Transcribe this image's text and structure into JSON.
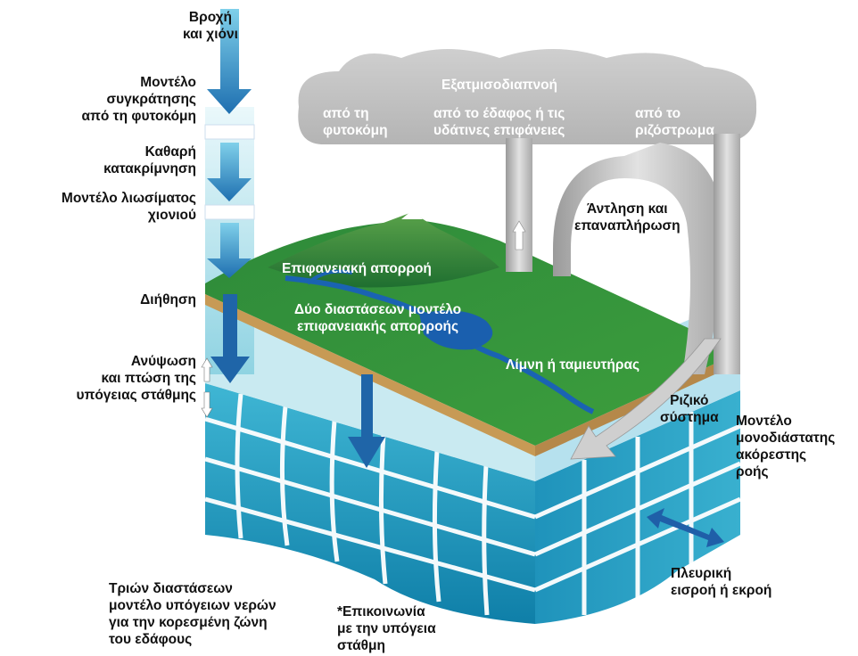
{
  "labels": {
    "rain_snow": [
      "Βροχή",
      "και χιόνι"
    ],
    "canopy_model": [
      "Μοντέλο",
      "συγκράτησης",
      "από τη φυτοκόμη"
    ],
    "net_precip": [
      "Καθαρή",
      "κατακρίμνηση"
    ],
    "snowmelt_model": [
      "Μοντέλο λιωσίματος",
      "χιονιού"
    ],
    "infiltration": [
      "Διήθηση"
    ],
    "water_table": [
      "Ανύψωση",
      "και πτώση της",
      "υπόγειας στάθμης"
    ],
    "evapotranspiration": [
      "Εξατμισοδιαπνοή"
    ],
    "from_canopy": [
      "από τη",
      "φυτοκόμη"
    ],
    "from_soil": [
      "από το έδαφος ή τις",
      "υδάτινες επιφάνειες"
    ],
    "from_root": [
      "από το",
      "ριζόστρωμα"
    ],
    "pumping": [
      "Άντληση και",
      "επαναπλήρωση"
    ],
    "overland_flow": [
      "Επιφανειακή απορροή"
    ],
    "overland_model": [
      "Δύο διαστάσεων μοντέλο",
      "επιφανειακής απορροής"
    ],
    "lake": [
      "Λίμνη ή ταμιευτήρας"
    ],
    "root_system": [
      "Ριζικό",
      "σύστημα"
    ],
    "unsat_model": [
      "Μοντέλο",
      "μονοδιάστατης",
      "ακόρεστης",
      "ροής"
    ],
    "lateral": [
      "Πλευρική",
      "εισροή ή εκροή"
    ],
    "gw_model": [
      "Τριών διαστάσεων",
      "μοντέλο υπόγειων νερών",
      "για την κορεσμένη ζώνη",
      "του εδάφους"
    ],
    "communication": [
      "*Επικοινωνία",
      "με την υπόγεια",
      "στάθμη"
    ]
  }
}
